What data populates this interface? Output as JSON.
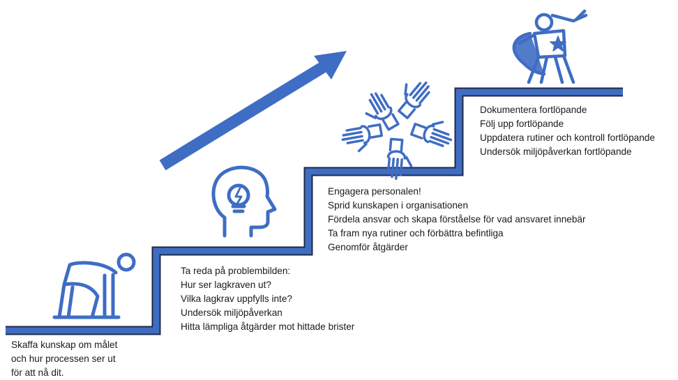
{
  "accent_color": "#3f6dc4",
  "steps": [
    {
      "icon": "crouching-runner-icon",
      "lines": [
        "Skaffa kunskap om målet",
        "och hur processen ser ut",
        "för att nå dit."
      ]
    },
    {
      "icon": "head-lightbulb-icon",
      "lines": [
        "Ta reda på problembilden:",
        "Hur ser lagkraven ut?",
        "Vilka lagkrav uppfylls inte?",
        "Undersök miljöpåverkan",
        "Hitta lämpliga åtgärder mot hittade brister"
      ]
    },
    {
      "icon": "hands-together-icon",
      "lines": [
        "Engagera personalen!",
        "Sprid kunskapen i organisationen",
        "Fördela ansvar och skapa förståelse för vad ansvaret innebär",
        "Ta fram nya rutiner och förbättra befintliga",
        "Genomför åtgärder"
      ]
    },
    {
      "icon": "superhero-icon",
      "lines": [
        "Dokumentera fortlöpande",
        "Följ upp fortlöpande",
        "Uppdatera rutiner och kontroll fortlöpande",
        "Undersök miljöpåverkan fortlöpande"
      ]
    }
  ],
  "progress_arrow_icon": "up-right-arrow-icon"
}
